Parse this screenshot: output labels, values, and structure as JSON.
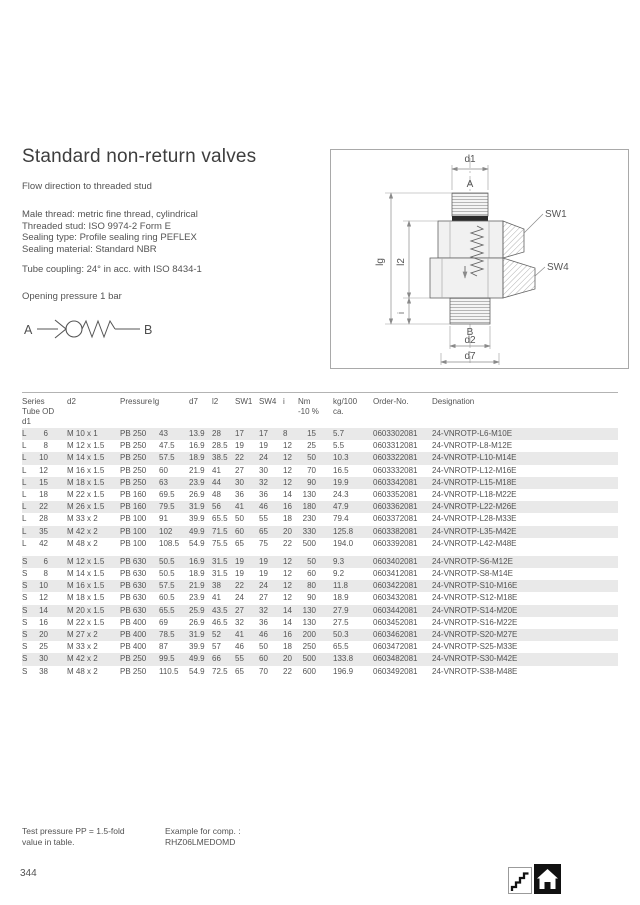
{
  "header": {
    "title": "Standard non-return valves",
    "flow_note": "Flow direction to threaded stud",
    "spec_lines": [
      "Male thread: metric fine thread, cylindrical",
      "Threaded stud: ISO 9974-2 Form E",
      "Sealing type: Profile sealing ring PEFLEX",
      "Sealing material: Standard NBR"
    ],
    "coupling_note": "Tube coupling: 24° in acc. with ISO 8434-1",
    "pressure_note": "Opening pressure 1 bar"
  },
  "symbol": {
    "port_a": "A",
    "port_b": "B"
  },
  "drawing": {
    "labels": {
      "d1": "d1",
      "port_a": "A",
      "sw1": "SW1",
      "sw4": "SW4",
      "lg": "lg",
      "l2": "l2",
      "i": "i",
      "port_b": "B",
      "d2": "d2",
      "d7": "d7"
    }
  },
  "table": {
    "headers": {
      "col1_lines": [
        "Series",
        "Tube OD",
        "d1"
      ],
      "d2": "d2",
      "pressure": "Pressure",
      "lg": "lg",
      "d7": "d7",
      "l2": "l2",
      "sw1": "SW1",
      "sw4": "SW4",
      "i": "i",
      "nm_lines": [
        "Nm",
        "-10 %"
      ],
      "kg_lines": [
        "kg/100",
        "ca."
      ],
      "order_no": "Order-No.",
      "designation": "Designation"
    },
    "groups": [
      {
        "rows": [
          [
            "L",
            "6",
            "M 10 x 1",
            "PB 250",
            "43",
            "13.9",
            "28",
            "17",
            "17",
            "8",
            "15",
            "5.7",
            "0603302081",
            "24-VNROTP-L6-M10E"
          ],
          [
            "L",
            "8",
            "M 12 x 1.5",
            "PB 250",
            "47.5",
            "16.9",
            "28.5",
            "19",
            "19",
            "12",
            "25",
            "5.5",
            "0603312081",
            "24-VNROTP-L8-M12E"
          ],
          [
            "L",
            "10",
            "M 14 x 1.5",
            "PB 250",
            "57.5",
            "18.9",
            "38.5",
            "22",
            "24",
            "12",
            "50",
            "10.3",
            "0603322081",
            "24-VNROTP-L10-M14E"
          ],
          [
            "L",
            "12",
            "M 16 x 1.5",
            "PB 250",
            "60",
            "21.9",
            "41",
            "27",
            "30",
            "12",
            "70",
            "16.5",
            "0603332081",
            "24-VNROTP-L12-M16E"
          ],
          [
            "L",
            "15",
            "M 18 x 1.5",
            "PB 250",
            "63",
            "23.9",
            "44",
            "30",
            "32",
            "12",
            "90",
            "19.9",
            "0603342081",
            "24-VNROTP-L15-M18E"
          ],
          [
            "L",
            "18",
            "M 22 x 1.5",
            "PB 160",
            "69.5",
            "26.9",
            "48",
            "36",
            "36",
            "14",
            "130",
            "24.3",
            "0603352081",
            "24-VNROTP-L18-M22E"
          ],
          [
            "L",
            "22",
            "M 26 x 1.5",
            "PB 160",
            "79.5",
            "31.9",
            "56",
            "41",
            "46",
            "16",
            "180",
            "47.9",
            "0603362081",
            "24-VNROTP-L22-M26E"
          ],
          [
            "L",
            "28",
            "M 33 x 2",
            "PB 100",
            "91",
            "39.9",
            "65.5",
            "50",
            "55",
            "18",
            "230",
            "79.4",
            "0603372081",
            "24-VNROTP-L28-M33E"
          ],
          [
            "L",
            "35",
            "M 42 x 2",
            "PB 100",
            "102",
            "49.9",
            "71.5",
            "60",
            "65",
            "20",
            "330",
            "125.8",
            "0603382081",
            "24-VNROTP-L35-M42E"
          ],
          [
            "L",
            "42",
            "M 48 x 2",
            "PB 100",
            "108.5",
            "54.9",
            "75.5",
            "65",
            "75",
            "22",
            "500",
            "194.0",
            "0603392081",
            "24-VNROTP-L42-M48E"
          ]
        ]
      },
      {
        "rows": [
          [
            "S",
            "6",
            "M 12 x 1.5",
            "PB 630",
            "50.5",
            "16.9",
            "31.5",
            "19",
            "19",
            "12",
            "50",
            "9.3",
            "0603402081",
            "24-VNROTP-S6-M12E"
          ],
          [
            "S",
            "8",
            "M 14 x 1.5",
            "PB 630",
            "50.5",
            "18.9",
            "31.5",
            "19",
            "19",
            "12",
            "60",
            "9.2",
            "0603412081",
            "24-VNROTP-S8-M14E"
          ],
          [
            "S",
            "10",
            "M 16 x 1.5",
            "PB 630",
            "57.5",
            "21.9",
            "38",
            "22",
            "24",
            "12",
            "80",
            "11.8",
            "0603422081",
            "24-VNROTP-S10-M16E"
          ],
          [
            "S",
            "12",
            "M 18 x 1.5",
            "PB 630",
            "60.5",
            "23.9",
            "41",
            "24",
            "27",
            "12",
            "90",
            "18.9",
            "0603432081",
            "24-VNROTP-S12-M18E"
          ],
          [
            "S",
            "14",
            "M 20 x 1.5",
            "PB 630",
            "65.5",
            "25.9",
            "43.5",
            "27",
            "32",
            "14",
            "130",
            "27.9",
            "0603442081",
            "24-VNROTP-S14-M20E"
          ],
          [
            "S",
            "16",
            "M 22 x 1.5",
            "PB 400",
            "69",
            "26.9",
            "46.5",
            "32",
            "36",
            "14",
            "130",
            "27.5",
            "0603452081",
            "24-VNROTP-S16-M22E"
          ],
          [
            "S",
            "20",
            "M 27 x 2",
            "PB 400",
            "78.5",
            "31.9",
            "52",
            "41",
            "46",
            "16",
            "200",
            "50.3",
            "0603462081",
            "24-VNROTP-S20-M27E"
          ],
          [
            "S",
            "25",
            "M 33 x 2",
            "PB 400",
            "87",
            "39.9",
            "57",
            "46",
            "50",
            "18",
            "250",
            "65.5",
            "0603472081",
            "24-VNROTP-S25-M33E"
          ],
          [
            "S",
            "30",
            "M 42 x 2",
            "PB 250",
            "99.5",
            "49.9",
            "66",
            "55",
            "60",
            "20",
            "500",
            "133.8",
            "0603482081",
            "24-VNROTP-S30-M42E"
          ],
          [
            "S",
            "38",
            "M 48 x 2",
            "PB 250",
            "110.5",
            "54.9",
            "72.5",
            "65",
            "70",
            "22",
            "600",
            "196.9",
            "0603492081",
            "24-VNROTP-S38-M48E"
          ]
        ]
      }
    ]
  },
  "footnotes": {
    "test_pressure_line1": "Test pressure PP = 1.5-fold",
    "test_pressure_line2": "value in table.",
    "example_line1": "Example for comp. :",
    "example_line2": "RHZ06LMEDOMD"
  },
  "footer": {
    "page_number": "344",
    "icons": [
      "stairs-icon",
      "home-icon"
    ]
  },
  "colors": {
    "text": "#535353",
    "stripe": "#e9e9e9",
    "rule": "#b3b3b3",
    "icon_black": "#111111"
  }
}
